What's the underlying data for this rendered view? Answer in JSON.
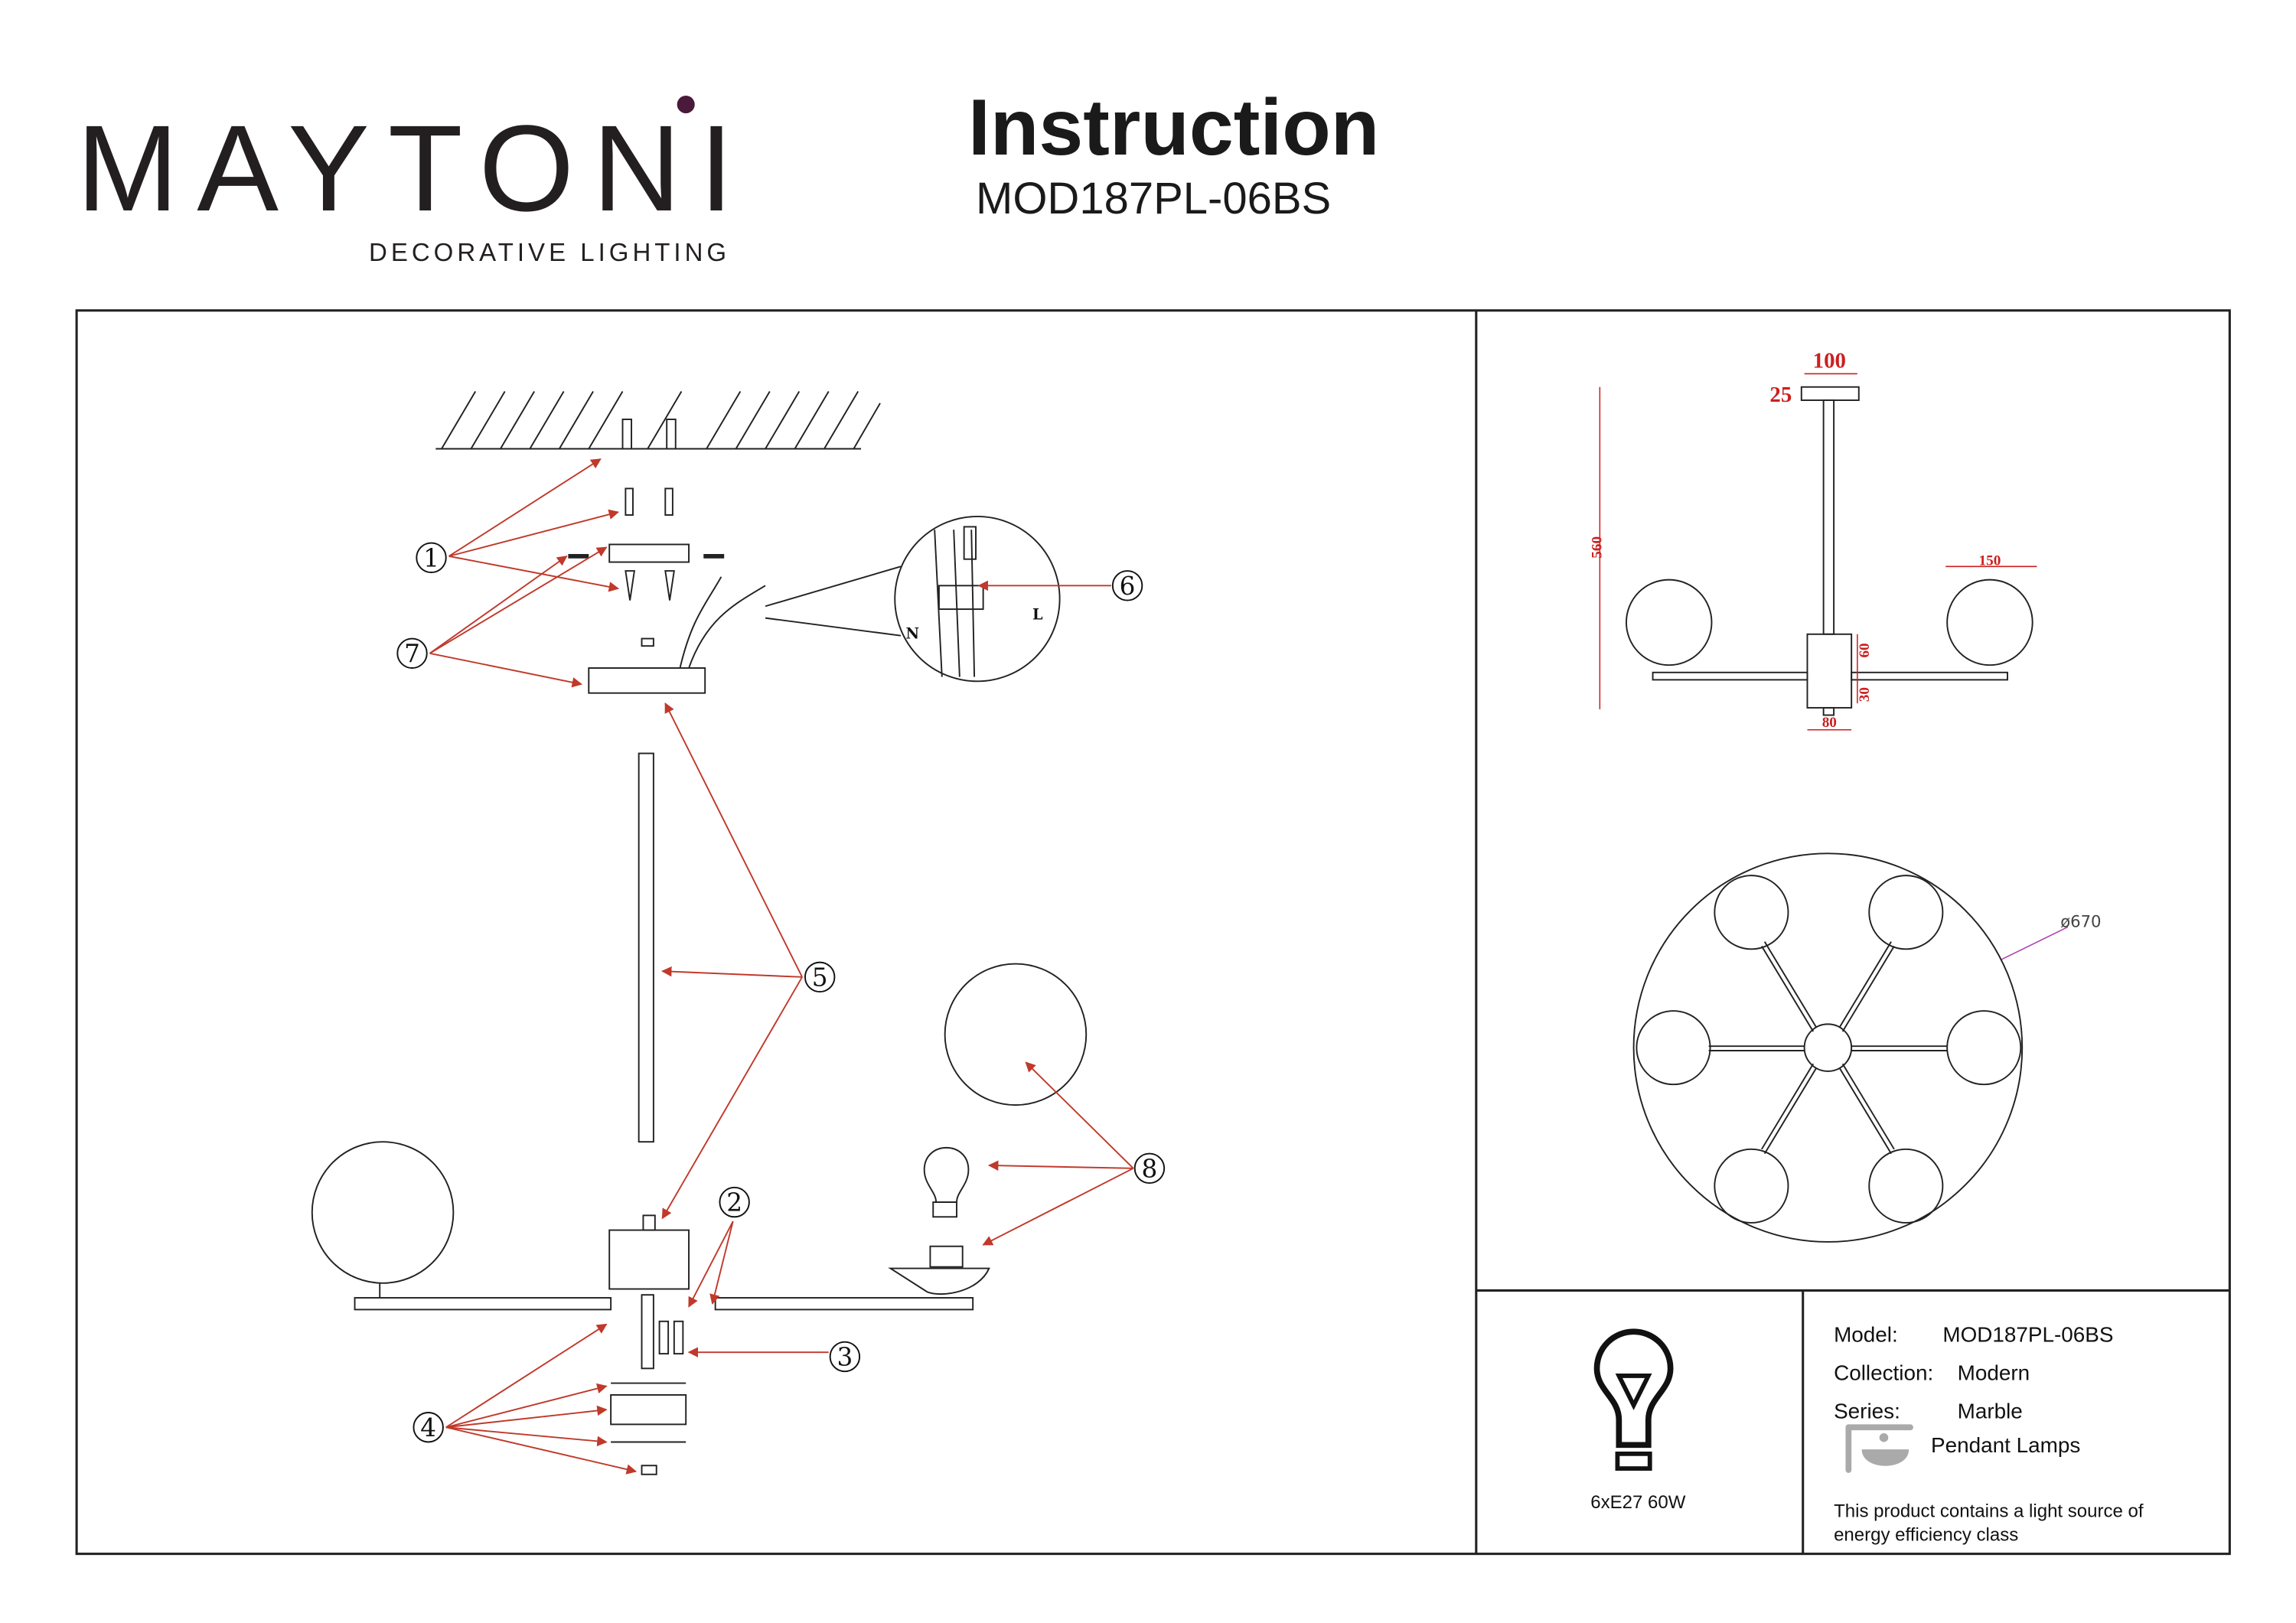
{
  "brand": {
    "name": "MAYTONI",
    "tagline": "DECORATIVE LIGHTING",
    "accent_color": "#4a1a3a"
  },
  "header": {
    "title": "Instruction",
    "model": "MOD187PL-06BS"
  },
  "assembly": {
    "callouts": [
      "1",
      "2",
      "3",
      "4",
      "5",
      "6",
      "7",
      "8"
    ],
    "wiring_labels": {
      "neutral": "N",
      "live": "L"
    }
  },
  "dimensions": {
    "canopy_width": "100",
    "canopy_height": "25",
    "total_height": "560",
    "shade_diameter": "150",
    "body_height": "60",
    "body_bottom": "30",
    "body_width": "80",
    "overall_diameter": "ø670"
  },
  "bulb": {
    "spec": "6xE27 60W"
  },
  "info": {
    "model_label": "Model:",
    "model_value": "MOD187PL-06BS",
    "collection_label": "Collection:",
    "collection_value": "Modern",
    "series_label": "Series:",
    "series_value": "Marble",
    "type": "Pendant Lamps",
    "energy_note_line1": "This product contains a light source of",
    "energy_note_line2": "energy efficiency class"
  },
  "colors": {
    "dimension": "#cc1f1f",
    "arrow": "#c0392b",
    "line": "#222222"
  }
}
